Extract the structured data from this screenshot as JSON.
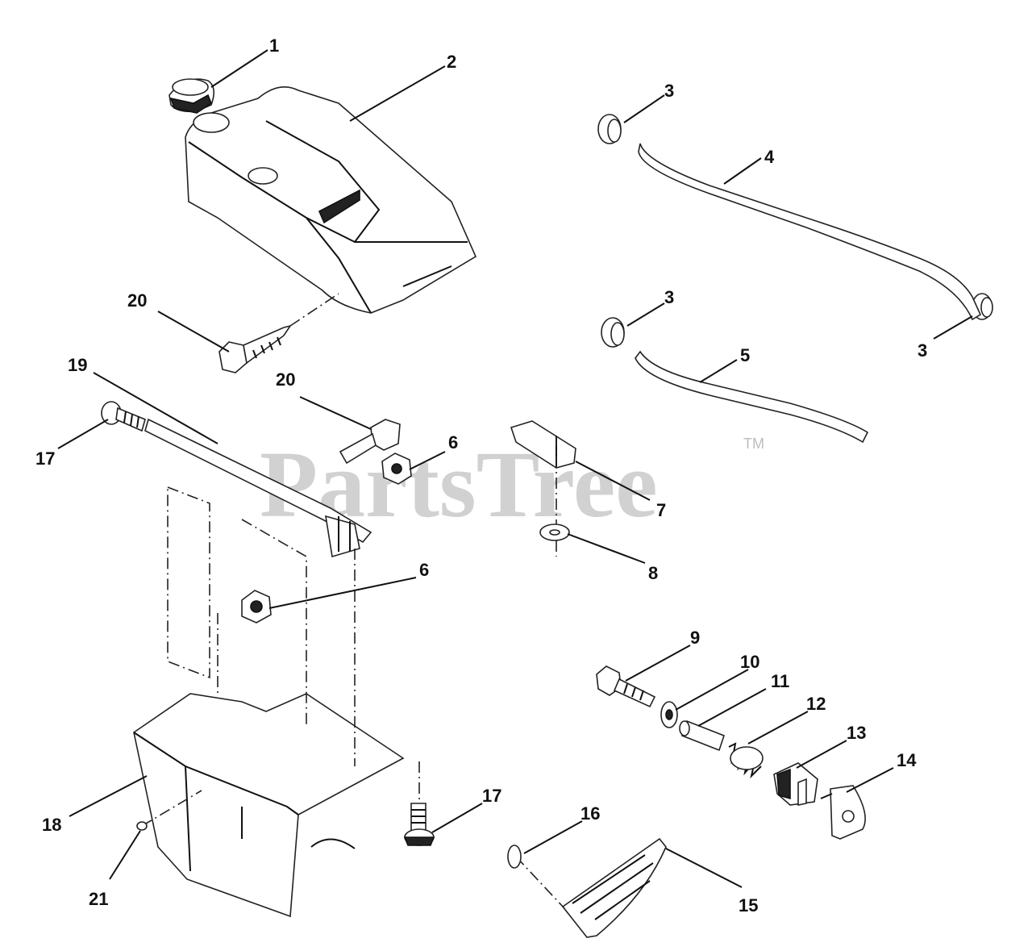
{
  "watermark": {
    "brand": "PartsTree",
    "trademark": "TM"
  },
  "callouts": {
    "c1": "1",
    "c2": "2",
    "c3a": "3",
    "c3b": "3",
    "c3c": "3",
    "c4": "4",
    "c5": "5",
    "c6a": "6",
    "c6b": "6",
    "c7": "7",
    "c8": "8",
    "c9": "9",
    "c10": "10",
    "c11": "11",
    "c12": "12",
    "c13": "13",
    "c14": "14",
    "c15": "15",
    "c16": "16",
    "c17a": "17",
    "c17b": "17",
    "c18": "18",
    "c19": "19",
    "c20a": "20",
    "c20b": "20",
    "c21": "21"
  }
}
